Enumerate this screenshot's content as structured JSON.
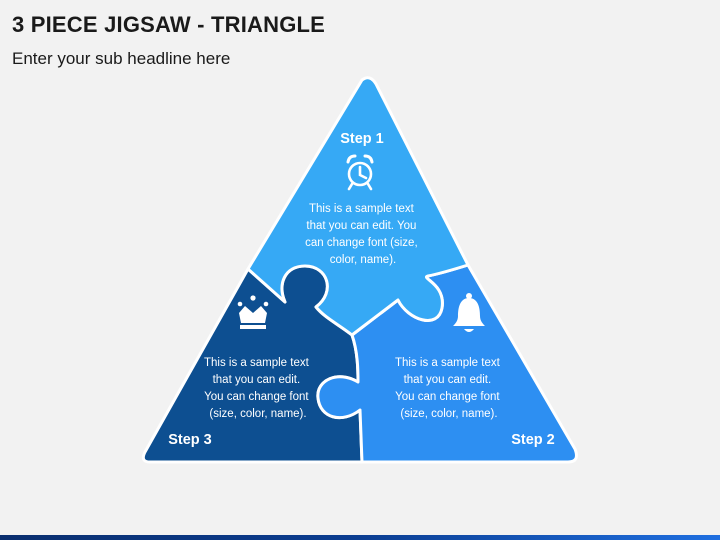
{
  "slide": {
    "title": "3 PIECE JIGSAW - TRIANGLE",
    "subtitle": "Enter your sub headline here"
  },
  "colors": {
    "background": "#f2f2f2",
    "piece_top": "#36a9f5",
    "piece_right": "#2d8ff2",
    "piece_left": "#0d4f91",
    "outline": "#ffffff"
  },
  "pieces": [
    {
      "step": "Step 1",
      "icon": "alarm-clock-icon",
      "text": [
        "This is a sample text",
        "that you can edit. You",
        "can change font (size,",
        "color, name)."
      ]
    },
    {
      "step": "Step 2",
      "icon": "bell-icon",
      "text": [
        "This is a sample text",
        "that you can edit.",
        "You can change font",
        "(size, color, name)."
      ]
    },
    {
      "step": "Step 3",
      "icon": "crown-icon",
      "text": [
        "This is a sample text",
        "that you can edit.",
        "You can change font",
        "(size, color, name)."
      ]
    }
  ]
}
